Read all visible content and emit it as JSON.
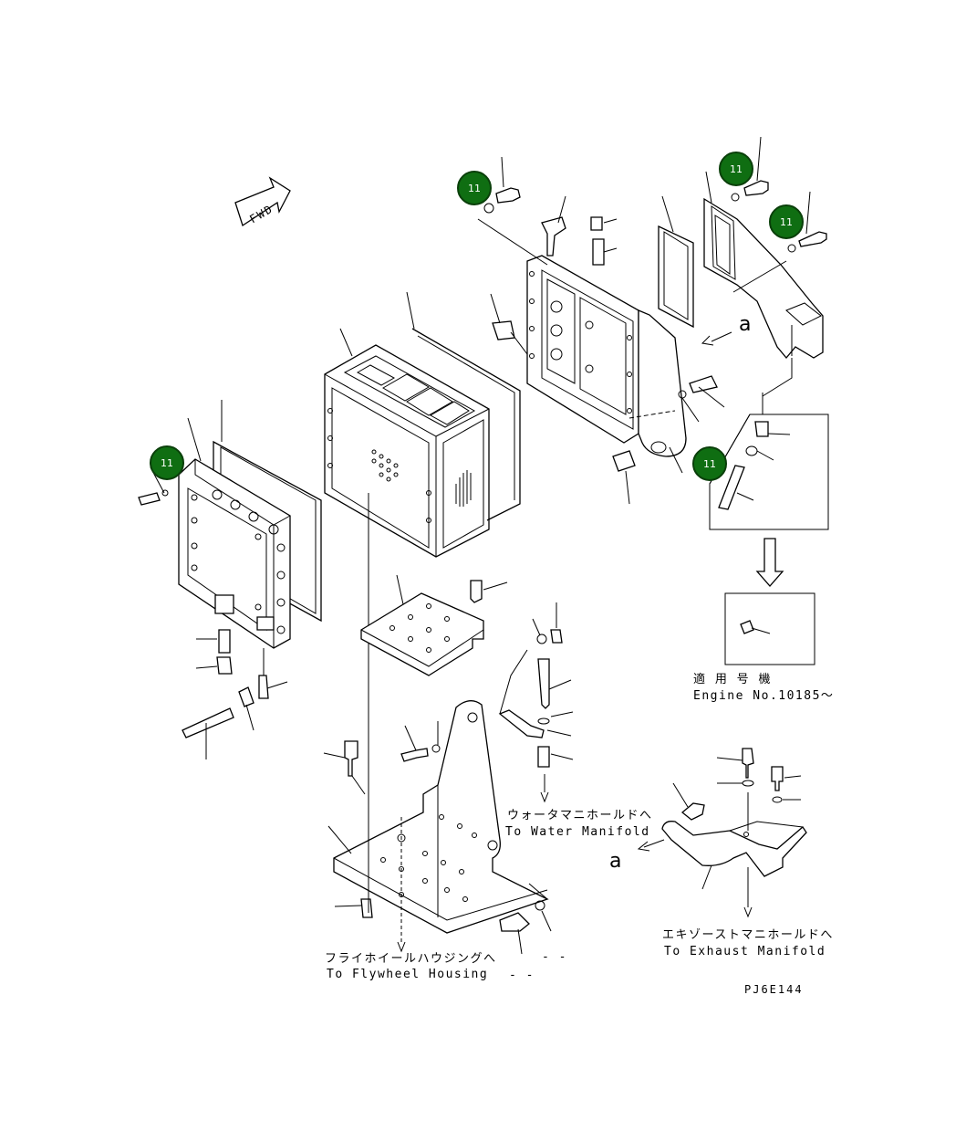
{
  "badges": [
    "11",
    "11",
    "11",
    "11",
    "11"
  ],
  "labels": {
    "fwd": "FWD",
    "applicable_jp": "適 用 号 機",
    "engine_no": "Engine No.10185～",
    "water_jp": "ウォータマニホールドへ",
    "water_en": "To Water Manifold",
    "exhaust_jp": "エキゾーストマニホールドへ",
    "exhaust_en": "To Exhaust Manifold",
    "flywheel_jp": "フライホイールハウジングへ",
    "flywheel_en": "To Flywheel Housing",
    "ref_a_top": "a",
    "ref_a_bottom": "a",
    "dash_1": "- -",
    "dash_2": "- -",
    "drawing_code": "PJ6E144"
  },
  "colors": {
    "badge": "#0f6e12",
    "line": "#000000"
  }
}
